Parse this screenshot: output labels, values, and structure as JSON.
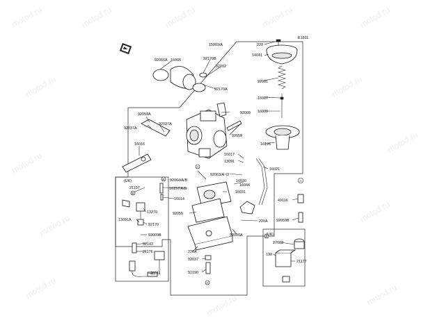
{
  "figure_code": "E1811",
  "watermark": "motod.ru",
  "labels": {
    "p220": "220",
    "p14041": "14041",
    "p15003": "15003/A",
    "p92055a": "92055A",
    "p16065": "16065",
    "p92170b": "92170B",
    "p92002": "92002",
    "p92170a": "92170A",
    "p92081": "92081",
    "p16007": "16007",
    "p16009": "16009",
    "p92059a": "92059A",
    "p92037a_l": "92037A",
    "p92037a_m": "92037A",
    "p92009_top": "92009",
    "p92059": "92059",
    "p16126": "16126",
    "p16016": "16016",
    "p16017": "16017",
    "p13091": "13091",
    "p16021": "16021",
    "p92063": "92063/A~D",
    "p16030": "16030",
    "p16044": "16044",
    "p92064": "92064/A/B",
    "p16157": "16157/A/B",
    "p16031": "16031",
    "p16014": "16014",
    "p21197": "21197",
    "p13270": "13270",
    "p13091a": "13091A",
    "p92170": "92170",
    "p92009b": "92009B",
    "p92143": "92143",
    "p21176": "21176",
    "p26011": "26011",
    "p92055": "92055",
    "p92009a": "92009A",
    "p220a_r": "220A",
    "p220a_b": "220A",
    "p92037": "92037",
    "p92190": "92190",
    "p49116": "49116",
    "p92059b": "92059B",
    "p27002": "27002",
    "p130": "130",
    "p21177": "21177",
    "uk_left": "(UK)",
    "uk_right": "(UK)",
    "ref_a1": "A",
    "ref_a2": "A",
    "ref_a3": "A",
    "ref_b1": "B",
    "ref_b2": "B",
    "ref_b3": "B"
  }
}
